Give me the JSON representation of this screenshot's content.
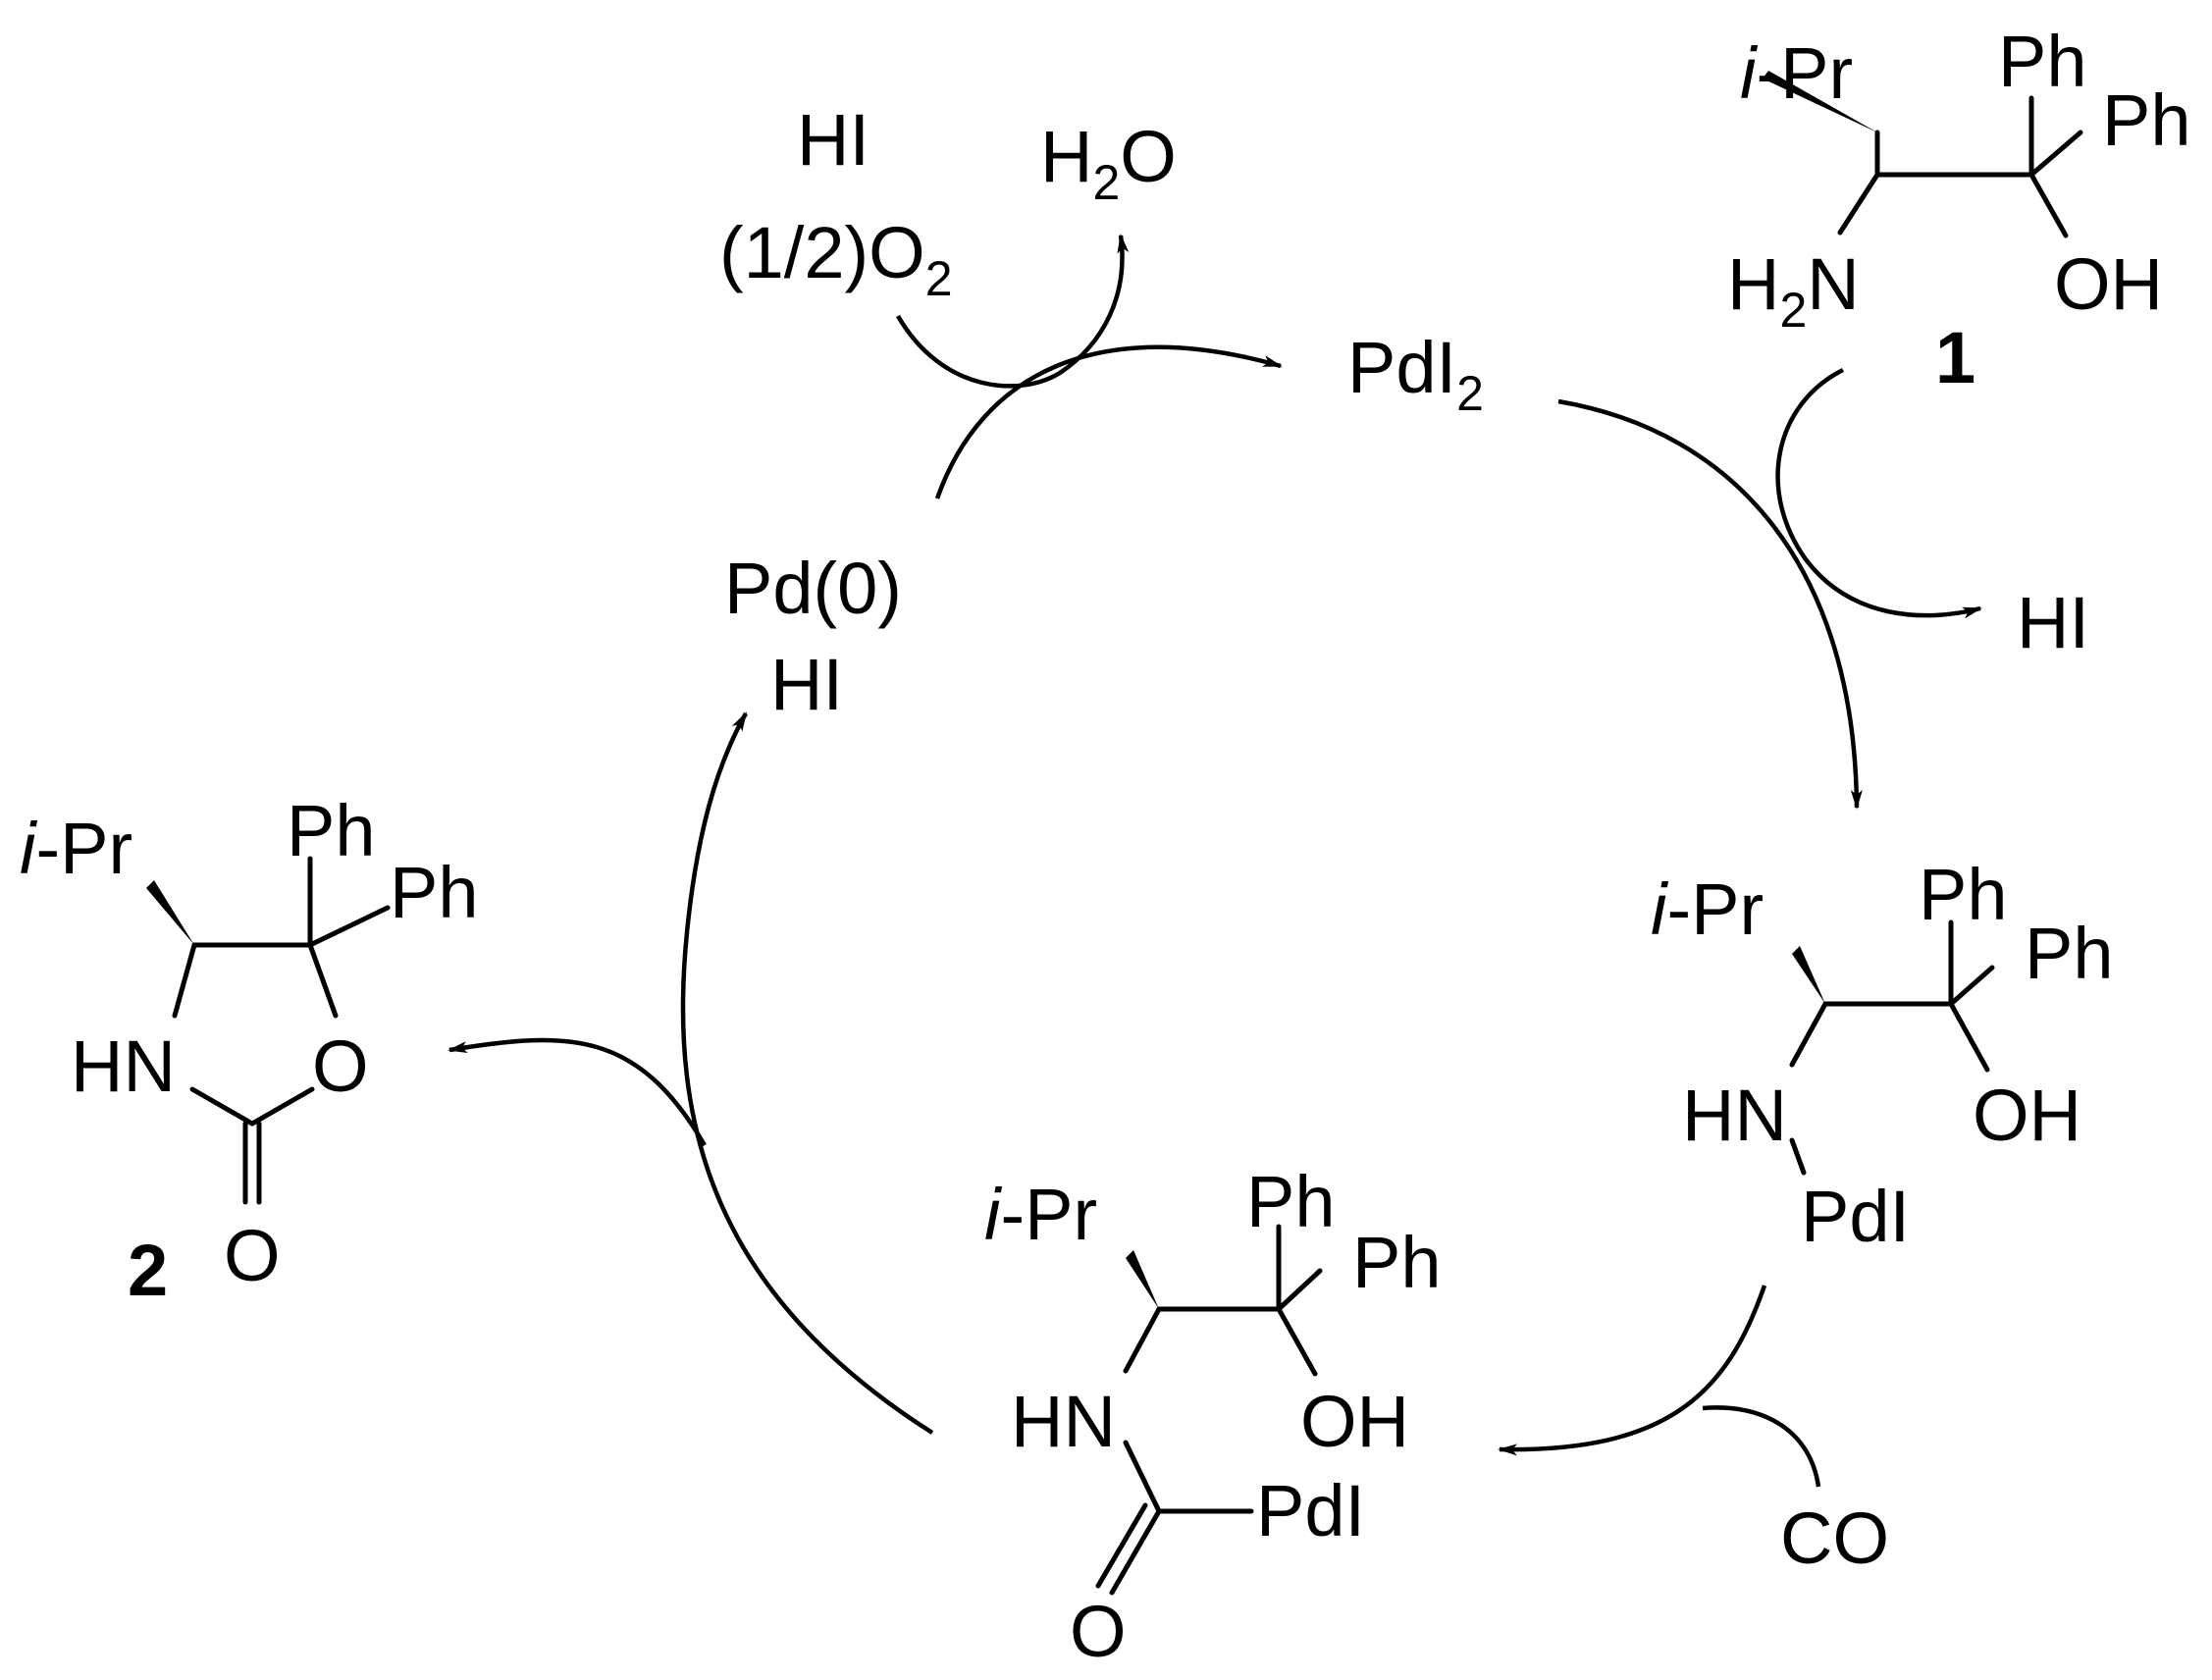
{
  "labels": {
    "hi_top": "HI",
    "half_o2_prefix": "(1/2)O",
    "o2_sub": "2",
    "h2o_h": "H",
    "h2o_sub": "2",
    "h2o_o": "O",
    "pdi2_main": "PdI",
    "pdi2_sub": "2",
    "hi_right": "HI",
    "pd0": "Pd(0)",
    "hi_pd0": "HI",
    "co": "CO"
  },
  "compound1": {
    "ipr_i": "i",
    "ipr_rest": "-Pr",
    "ph1": "Ph",
    "ph2": "Ph",
    "h2n_h": "H",
    "h2n_sub": "2",
    "h2n_n": "N",
    "oh": "OH",
    "number": "1"
  },
  "intermediate_a": {
    "ipr_i": "i",
    "ipr_rest": "-Pr",
    "ph1": "Ph",
    "ph2": "Ph",
    "hn": "HN",
    "oh": "OH",
    "pdi": "PdI"
  },
  "intermediate_b": {
    "ipr_i": "i",
    "ipr_rest": "-Pr",
    "ph1": "Ph",
    "ph2": "Ph",
    "hn": "HN",
    "oh": "OH",
    "pdi": "PdI",
    "o": "O"
  },
  "compound2": {
    "ipr_i": "i",
    "ipr_rest": "-Pr",
    "ph1": "Ph",
    "ph2": "Ph",
    "hn": "HN",
    "o_ring": "O",
    "o_carbonyl": "O",
    "number": "2"
  }
}
